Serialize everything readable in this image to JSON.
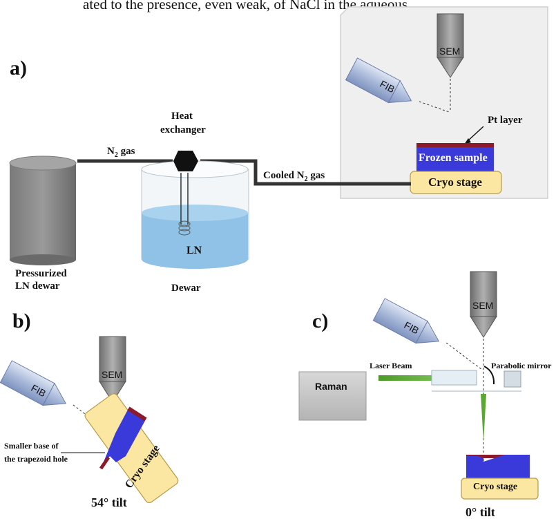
{
  "header_text": "ated to the presence, even weak, of NaCl in the aqueous",
  "panel_a": {
    "label": "a)",
    "labels": {
      "sem": "SEM",
      "fib": "FIB",
      "pt_layer": "Pt layer",
      "frozen_sample": "Frozen sample",
      "cryo_stage": "Cryo stage",
      "n2_gas": "N",
      "n2_gas_sub": "2",
      "n2_gas_suffix": " gas",
      "heat_exchanger_1": "Heat",
      "heat_exchanger_2": "exchanger",
      "cooled_n2_gas_prefix": "Cooled N",
      "cooled_n2_gas_sub": "2",
      "cooled_n2_gas_suffix": " gas",
      "ln": "LN",
      "pressurized_1": "Pressurized",
      "pressurized_2": "LN dewar",
      "dewar": "Dewar"
    }
  },
  "panel_b": {
    "label": "b)",
    "labels": {
      "sem": "SEM",
      "fib": "FIB",
      "cryo_stage": "Cryo stage",
      "smaller_base_1": "Smaller base of",
      "smaller_base_2": "the trapezoid hole",
      "tilt": "54° tilt"
    }
  },
  "panel_c": {
    "label": "c)",
    "labels": {
      "sem": "SEM",
      "fib": "FIB",
      "raman": "Raman",
      "laser_beam": "Laser Beam",
      "parabolic_mirror": "Parabolic mirror",
      "cryo_stage": "Cryo stage",
      "tilt": "0° tilt"
    }
  },
  "colors": {
    "column_gray": "#8a8a8a",
    "fib_blue": "#a8b8d8",
    "sample_blue": "#3a3adb",
    "pt_red": "#8b1a2a",
    "stage_yellow": "#fbe7a1",
    "ln_blue": "#8fc2e6",
    "laser_green": "#5aa832",
    "chamber_gray": "#f0f0f0"
  }
}
